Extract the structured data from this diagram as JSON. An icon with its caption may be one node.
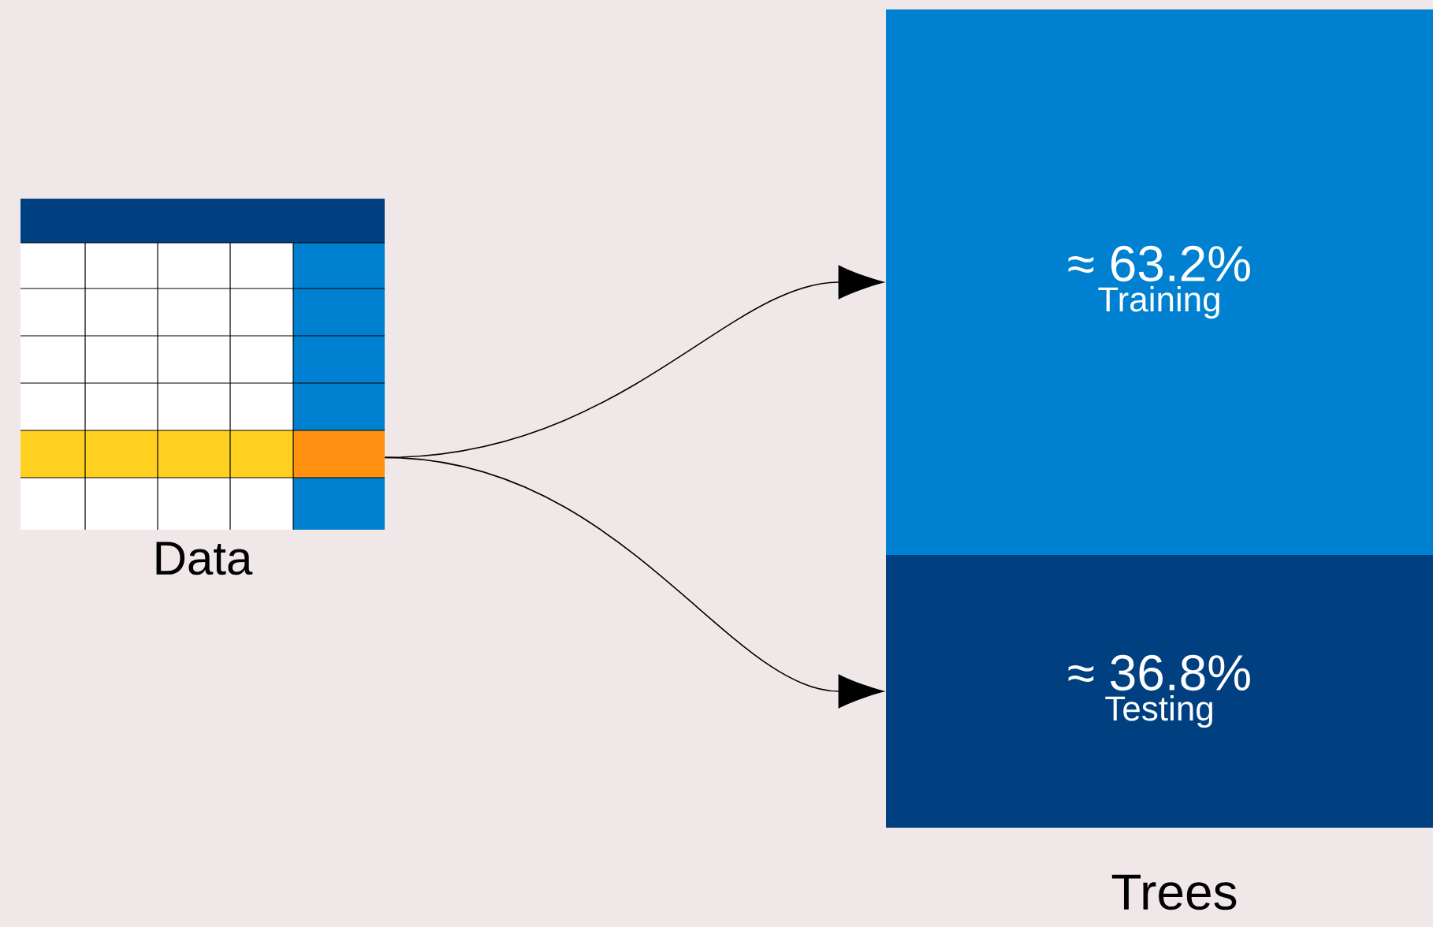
{
  "diagram": {
    "nodes": [
      {
        "text": [
          "Data"
        ]
      },
      {
        "text": [
          "≈ 63.2%",
          "Training"
        ]
      },
      {
        "text": [
          "≈ 36.8%",
          "Testing"
        ]
      }
    ],
    "edges": [
      {
        "from": 0,
        "to": 1,
        "arrow": "to"
      },
      {
        "from": 0,
        "to": 2,
        "arrow": "to"
      }
    ],
    "labels": [
      "Trees"
    ]
  }
}
